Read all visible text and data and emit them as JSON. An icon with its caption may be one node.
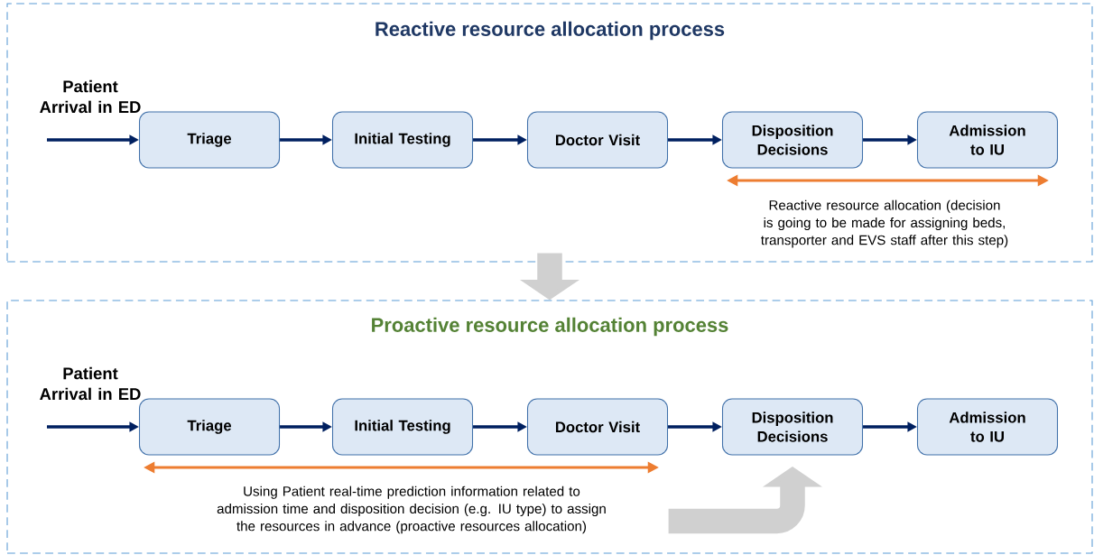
{
  "diagram": {
    "nodes": [
      {
        "text": [
          "Reactive resource allocation process"
        ]
      },
      {
        "text": [
          "Triage"
        ],
        "in": 0
      },
      {
        "text": [
          "Initial Testing"
        ],
        "in": 0
      },
      {
        "text": [
          "Doctor Visit"
        ],
        "in": 0
      },
      {
        "text": [
          "Disposition Decisions"
        ],
        "in": 0
      },
      {
        "text": [
          "Admission to IU"
        ],
        "in": 0
      },
      {
        "text": [
          "Proactive resource allocation process"
        ]
      },
      {
        "text": [
          "Triage"
        ],
        "in": 6
      },
      {
        "text": [
          "Initial Testing"
        ],
        "in": 6
      },
      {
        "text": [
          "Doctor Visit"
        ],
        "in": 6
      },
      {
        "text": [
          "Disposition Decisions"
        ],
        "in": 6
      },
      {
        "text": [
          "Admission to IU"
        ],
        "in": 6
      },
      {
        "text": [
          "Using Patient real-time prediction information related to admission time and disposition decision (e.g. IU type) to assign the resources in advance (proactive resources allocation)"
        ],
        "in": 6
      }
    ],
    "edges": [
      {
        "from": null,
        "to": 1,
        "arrow": "to"
      },
      {
        "from": 1,
        "to": 2,
        "arrow": "to"
      },
      {
        "from": 2,
        "to": 3,
        "arrow": "to"
      },
      {
        "from": 3,
        "to": 4,
        "arrow": "to"
      },
      {
        "from": 4,
        "to": 5,
        "arrow": "to"
      },
      {
        "from": 4,
        "to": 5,
        "arrow": "both",
        "color": "#ed7d31"
      },
      {
        "from": 0,
        "to": 6,
        "arrow": "to",
        "style": "thick",
        "color": "#d0d0d0"
      },
      {
        "from": null,
        "to": 7,
        "arrow": "to"
      },
      {
        "from": 7,
        "to": 8,
        "arrow": "to"
      },
      {
        "from": 8,
        "to": 9,
        "arrow": "to"
      },
      {
        "from": 9,
        "to": 10,
        "arrow": "to"
      },
      {
        "from": 10,
        "to": 11,
        "arrow": "to"
      },
      {
        "from": 7,
        "to": 9,
        "arrow": "both",
        "color": "#ed7d31"
      },
      {
        "from": 12,
        "to": 10,
        "arrow": "to",
        "style": "thick",
        "color": "#d0d0d0"
      }
    ],
    "labels": [
      "Patient Arrival in ED",
      "Reactive resource allocation (decision is going to be made for assigning beds, transporter and EVS staff after this step)",
      "Patient Arrival in ED"
    ]
  }
}
